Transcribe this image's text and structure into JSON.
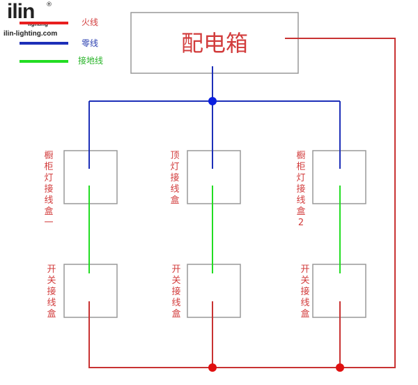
{
  "logo": {
    "brand": "ilin",
    "registered": "®",
    "tagline": "lighting",
    "website": "ilin-lighting.com"
  },
  "legend": [
    {
      "label": "火线",
      "color": "#e81f1f"
    },
    {
      "label": "零线",
      "color": "#1d2fb8"
    },
    {
      "label": "接地线",
      "color": "#22dd22"
    }
  ],
  "distribution_box": {
    "label": "配电箱"
  },
  "upper_boxes": [
    {
      "label": "橱柜灯接线盒一"
    },
    {
      "label": "顶灯接线盒"
    },
    {
      "label": "橱柜灯接线盒2"
    }
  ],
  "lower_boxes": [
    {
      "label": "开关接线盒"
    },
    {
      "label": "开关接线盒"
    },
    {
      "label": "开关接线盒"
    }
  ],
  "colors": {
    "box_border": "#999999",
    "label_text": "#d23c3c",
    "junction_blue": "#0a1fe0",
    "junction_red": "#e01010"
  }
}
